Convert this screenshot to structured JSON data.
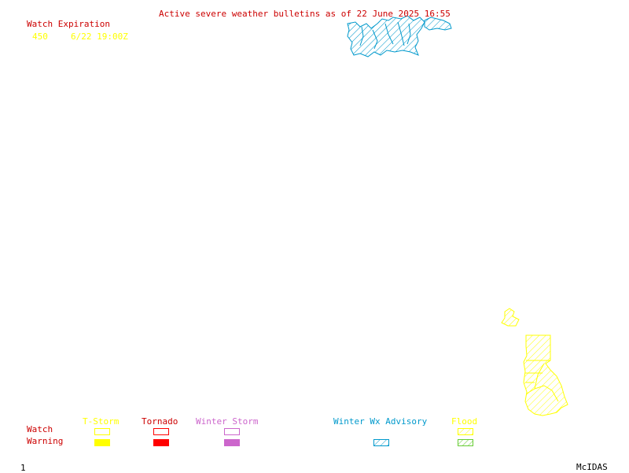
{
  "header": {
    "title": "Active severe weather bulletins as of 22 June 2025 16:55",
    "title_color": "#cc0000"
  },
  "watch_expiration": {
    "heading": "Watch Expiration",
    "heading_color": "#cc0000",
    "entries": [
      {
        "watch_id": "450",
        "expires": "6/22 19:00Z",
        "color": "#ffff00"
      }
    ]
  },
  "legend": {
    "row_labels": {
      "watch": "Watch",
      "warning": "Warning"
    },
    "row_label_color": "#cc0000",
    "categories": [
      {
        "name": "T-Storm",
        "color": "#ffff00",
        "watch_style": "outline",
        "warning_style": "solid"
      },
      {
        "name": "Tornado",
        "color": "#ff0000",
        "watch_style": "outline",
        "warning_style": "solid"
      },
      {
        "name": "Winter Storm",
        "color": "#cc66cc",
        "watch_style": "outline",
        "warning_style": "solid"
      },
      {
        "name": "Winter Wx Advisory",
        "color": "#0099cc",
        "watch_style": "none",
        "warning_style": "hatched"
      },
      {
        "name": "Flood",
        "color": "#ffff00",
        "warning_color": "#66cc33",
        "watch_style": "hatched",
        "warning_style": "hatched"
      }
    ]
  },
  "footer": {
    "frame_number": "1",
    "brand": "McIDAS"
  },
  "map_regions": [
    {
      "name": "winter-wx-advisory-region",
      "color": "#0099cc"
    },
    {
      "name": "tstorm-flood-region-small",
      "color": "#ffff00"
    },
    {
      "name": "tstorm-flood-region-large",
      "color": "#ffff00"
    }
  ]
}
